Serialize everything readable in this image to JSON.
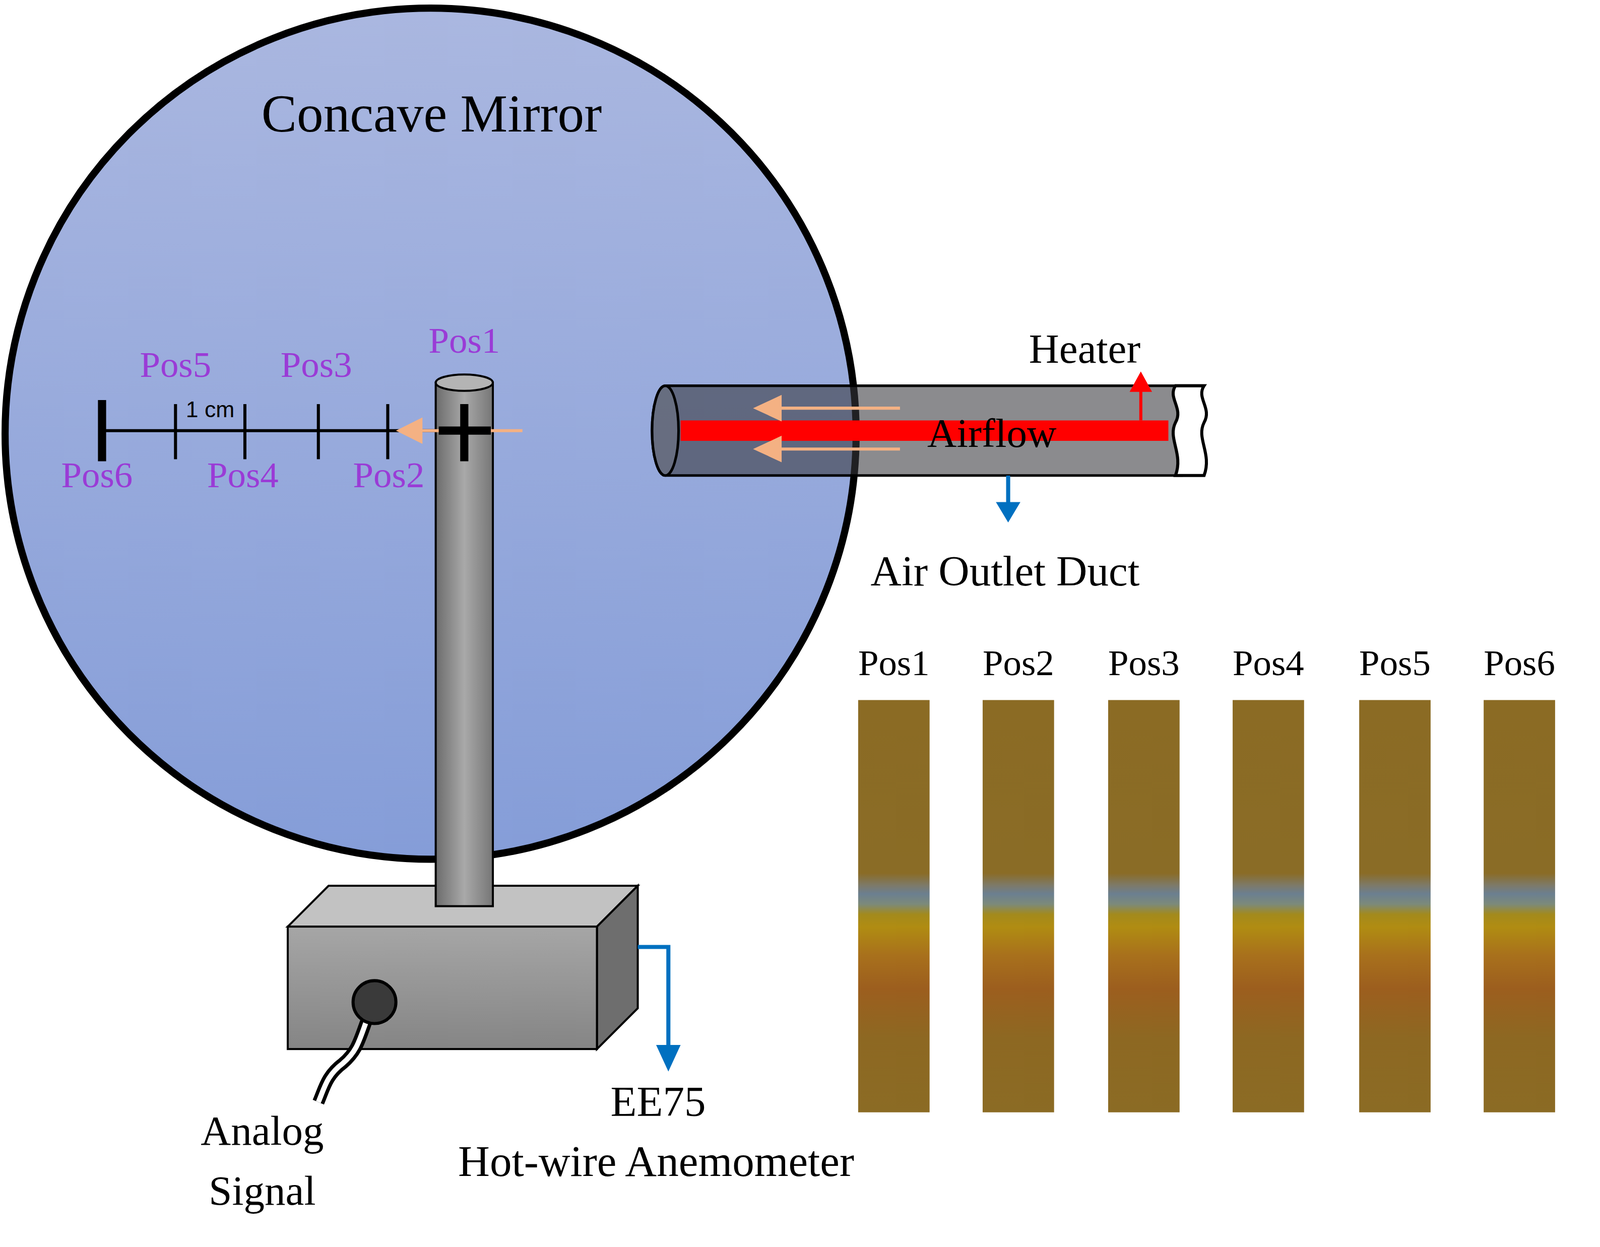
{
  "diagram": {
    "nodes": [
      {
        "text": [
          "Concave Mirror"
        ]
      },
      {
        "text": [
          "Airflow"
        ]
      },
      {
        "text": [
          "Pos1"
        ]
      },
      {
        "text": [
          "Pos2"
        ]
      },
      {
        "text": [
          "Pos3"
        ]
      },
      {
        "text": [
          "Pos4"
        ]
      },
      {
        "text": [
          "Pos5"
        ]
      },
      {
        "text": [
          "Pos6"
        ]
      }
    ],
    "labels": [
      "Pos5",
      "Pos3",
      "Pos1",
      "1 cm",
      "Pos6",
      "Pos4",
      "Pos2",
      "Heater",
      "Air Outlet Duct",
      "Analog Signal",
      "EE75",
      "Hot-wire Anemometer"
    ]
  }
}
